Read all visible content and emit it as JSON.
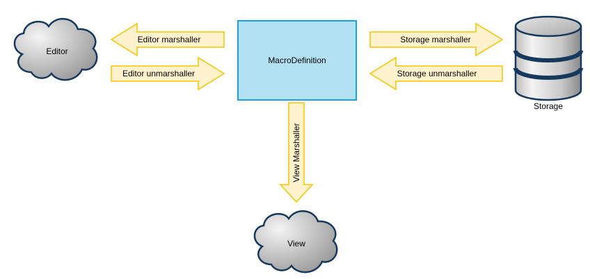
{
  "colors": {
    "arrow_fill": "#fff2cc",
    "arrow_stroke": "#f5c400",
    "box_fill": "#b1e1f2",
    "box_stroke": "#1ba1e2",
    "cloud_stroke": "#16385c",
    "cloud_fill_light": "#f4f4f4",
    "cloud_fill_dark": "#8f8f8f",
    "db_stroke": "#16385c"
  },
  "nodes": {
    "editor": {
      "label": "Editor",
      "shape": "cloud"
    },
    "macro_definition": {
      "label": "MacroDefinition",
      "shape": "rectangle"
    },
    "storage": {
      "label": "Storage",
      "shape": "database-icon"
    },
    "view": {
      "label": "View",
      "shape": "cloud"
    }
  },
  "arrows": {
    "editor_marshaller": {
      "label": "Editor marshaller",
      "direction": "left"
    },
    "editor_unmarshaller": {
      "label": "Editor unmarshaller",
      "direction": "right"
    },
    "storage_marshaller": {
      "label": "Storage marshaller",
      "direction": "right"
    },
    "storage_unmarshaller": {
      "label": "Storage unmarshaller",
      "direction": "left"
    },
    "view_marshaller": {
      "label": "View Marshaller",
      "direction": "down"
    }
  }
}
